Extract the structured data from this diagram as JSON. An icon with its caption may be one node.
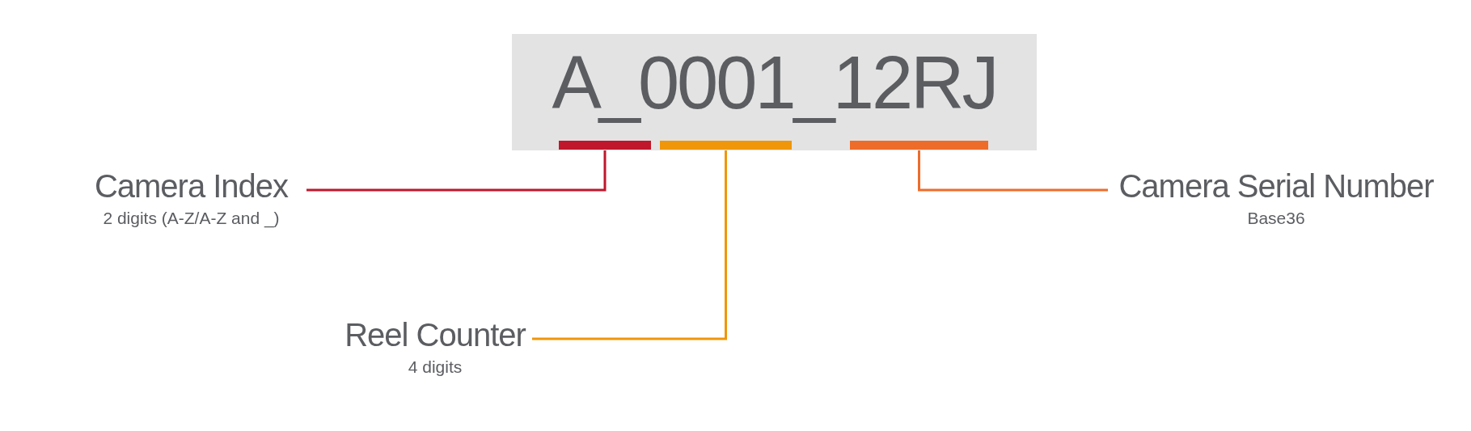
{
  "diagram": {
    "nodes": [
      {
        "text": [
          "A_0001_12RJ"
        ]
      },
      {
        "text": [],
        "shape": "bar",
        "in": 0
      },
      {
        "text": [],
        "shape": "bar",
        "in": 0
      },
      {
        "text": [],
        "shape": "bar",
        "in": 0
      },
      {
        "text": [
          "Camera Index",
          "2 digits (A-Z/A-Z and _)"
        ]
      },
      {
        "text": [
          "Reel Counter",
          "4 digits"
        ]
      },
      {
        "text": [
          "Camera Serial Number",
          "Base36"
        ]
      }
    ],
    "edges": [
      {
        "from": 4,
        "to": 1,
        "arrow": "none",
        "color": "#c0172c"
      },
      {
        "from": 5,
        "to": 2,
        "arrow": "none",
        "color": "#f0960a"
      },
      {
        "from": 6,
        "to": 3,
        "arrow": "none",
        "color": "#ee6c2a"
      }
    ]
  }
}
